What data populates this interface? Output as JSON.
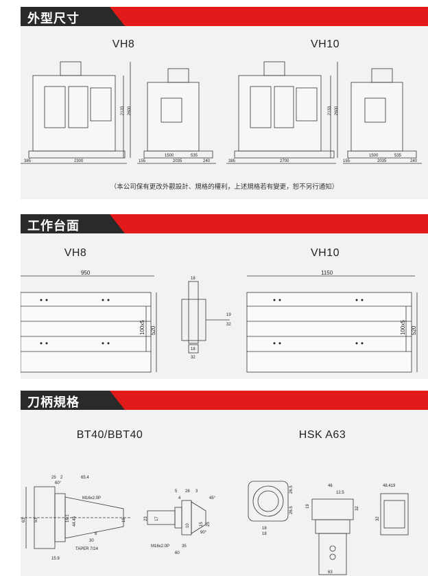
{
  "sections": {
    "dimensions": {
      "title": "外型尺寸",
      "model_left": "VH8",
      "model_right": "VH10",
      "note": "（本公司保有更改外觀設計、規格的權利，上述規格若有變更，恕不另行通知）",
      "vh8_front": {
        "width": "2300",
        "left": "385",
        "height1": "2133",
        "height2": "2600"
      },
      "vh8_side": {
        "depth": "2035",
        "d1": "1500",
        "d2": "535",
        "left": "155",
        "right": "240"
      },
      "vh10_front": {
        "width": "2700",
        "left": "385",
        "height1": "2133",
        "height2": "2600"
      },
      "vh10_side": {
        "depth": "2035",
        "d1": "1500",
        "d2": "535",
        "left": "155",
        "right": "240"
      }
    },
    "table": {
      "title": "工作台面",
      "model_left": "VH8",
      "model_right": "VH10",
      "vh8": {
        "length": "950",
        "slots": "100x5",
        "width": "520"
      },
      "slot": {
        "w1": "18",
        "w2": "18",
        "w3": "32",
        "h1": "19",
        "h2": "32"
      },
      "vh10": {
        "length": "1150",
        "slots": "100x5",
        "width": "520"
      }
    },
    "tooling": {
      "title": "刀柄規格",
      "model_left": "BT40/BBT40",
      "model_right": "HSK A63",
      "bt": {
        "d1": "25",
        "d2": "2",
        "angle": "60°",
        "len": "65.4",
        "thread": "M16x2.0P",
        "dia1": "63",
        "dia2": "53",
        "dia3": "44.45",
        "dia4": "19",
        "h1": "16.1",
        "taper": "TAPER 7/24",
        "l1": "30",
        "l2": "8",
        "base": "15.9",
        "p1": "5",
        "p2": "28",
        "p3": "3",
        "p4": "4",
        "q1": "23",
        "q2": "17",
        "q3": "10",
        "q4": "15",
        "q5": "25",
        "ang2": "45°",
        "ang3": "90°",
        "thread2": "M16x2.0P",
        "l3": "35",
        "l4": "60"
      },
      "hsk": {
        "a": "26.5",
        "b": "26.5",
        "c": "18",
        "d": "18",
        "dia1": "46",
        "e": "12.5",
        "f": "19",
        "g": "32",
        "h": "32",
        "dia2": "63",
        "k": "48.419"
      }
    }
  },
  "colors": {
    "accent": "#e21a1a",
    "dark": "#2a2a2a",
    "panel": "#f2f2f2"
  }
}
